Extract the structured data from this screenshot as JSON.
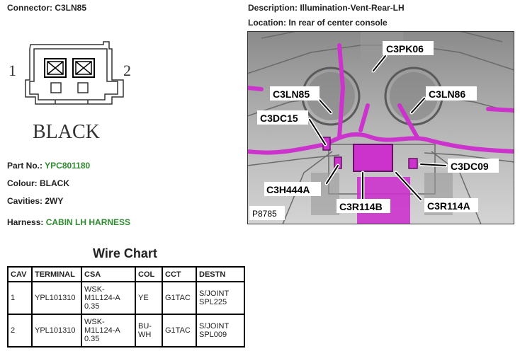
{
  "connector": {
    "label": "Connector: C3LN85",
    "color_label": "BLACK",
    "pin_left": "1",
    "pin_right": "2"
  },
  "description": "Description: Illumination-Vent-Rear-LH",
  "location": "Location: In rear of center console",
  "part": {
    "label": "Part No.:",
    "value": "YPC801180"
  },
  "colour": "Colour: BLACK",
  "cavities": "Cavities: 2WY",
  "harness": {
    "label": "Harness:",
    "value": "CABIN LH HARNESS"
  },
  "photo": {
    "id": "P8785",
    "callouts": {
      "c3pk06": "C3PK06",
      "c3ln85": "C3LN85",
      "c3ln86": "C3LN86",
      "c3dc15": "C3DC15",
      "c3dc09": "C3DC09",
      "c3h444a": "C3H444A",
      "c3r114b": "C3R114B",
      "c3r114a": "C3R114A"
    },
    "harness_color": "#cc33cc"
  },
  "wire_chart": {
    "title": "Wire Chart",
    "headers": [
      "CAV",
      "TERMINAL",
      "CSA",
      "COL",
      "CCT",
      "DESTN"
    ],
    "rows": [
      {
        "cav": "1",
        "terminal": "YPL101310",
        "csa": [
          "WSK-",
          "M1L124-A",
          "0.35"
        ],
        "col": [
          "YE"
        ],
        "cct": "G1TAC",
        "destn": [
          "S/JOINT",
          "SPL225"
        ]
      },
      {
        "cav": "2",
        "terminal": "YPL101310",
        "csa": [
          "WSK-",
          "M1L124-A",
          "0.35"
        ],
        "col": [
          "BU-",
          "WH"
        ],
        "cct": "G1TAC",
        "destn": [
          "S/JOINT",
          "SPL009"
        ]
      }
    ]
  }
}
